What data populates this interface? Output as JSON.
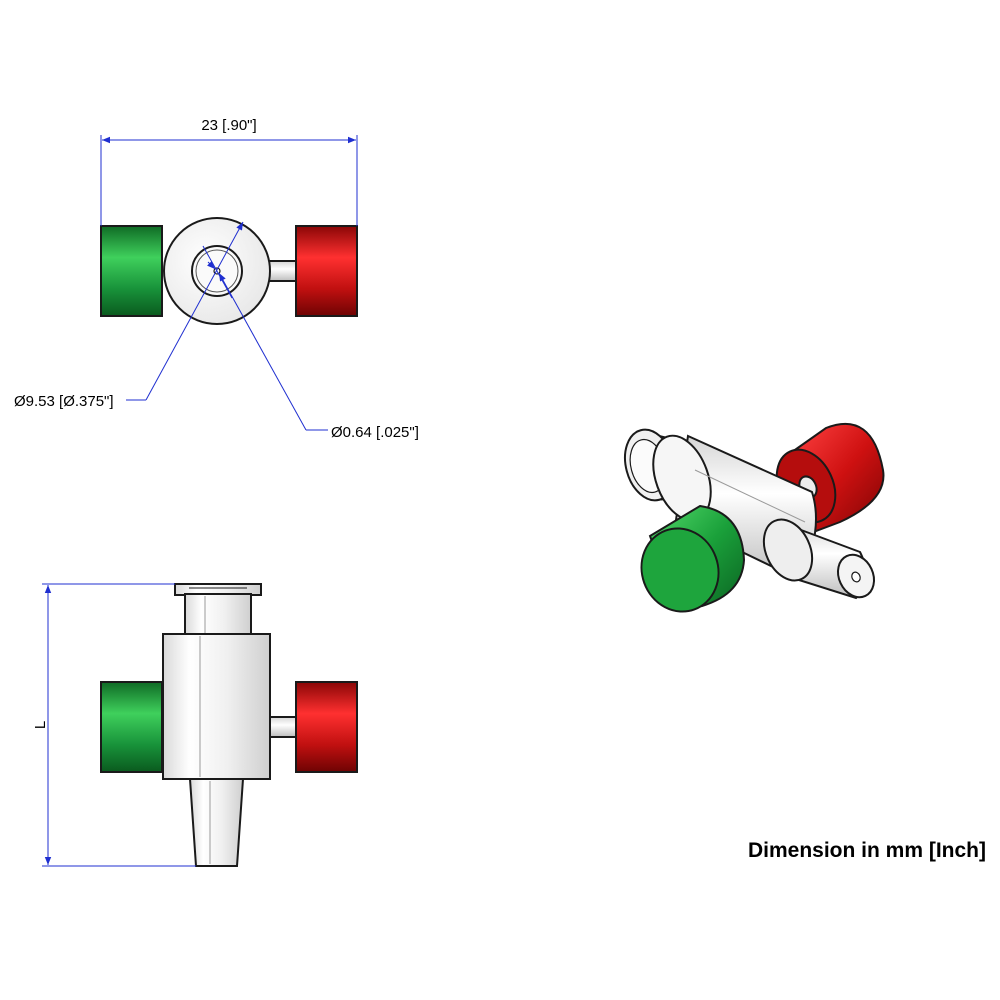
{
  "dimensions": {
    "width_top": "23 [.90\"]",
    "outer_diameter": "Ø9.53 [Ø.375\"]",
    "orifice_diameter": "Ø0.64 [.025\"]",
    "length": "L"
  },
  "note": "Dimension in mm [Inch]",
  "colors": {
    "green_knob": "#1fa53c",
    "red_knob": "#d01212",
    "dimension_line": "#1f2fd0",
    "body": "#f2f2f2",
    "outline": "#1a1a1a"
  }
}
